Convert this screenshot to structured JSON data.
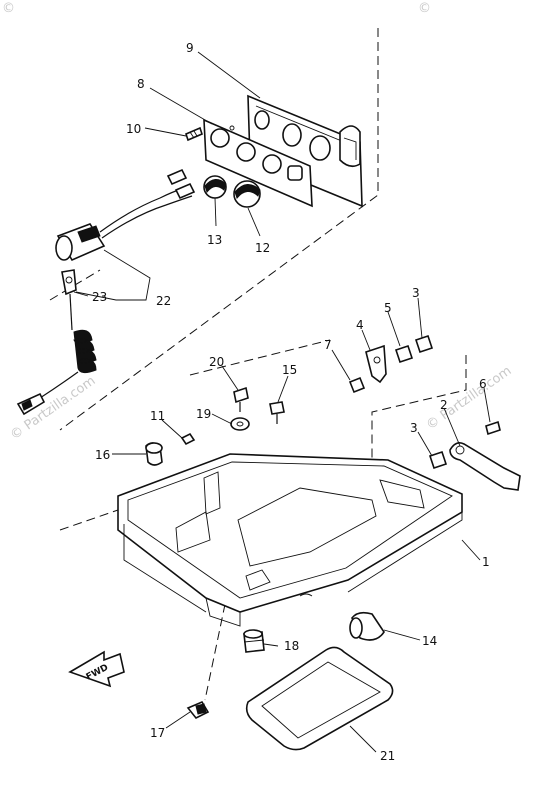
{
  "watermark": {
    "copyright": "©",
    "site": "© Partzilla.com"
  },
  "labels": {
    "p1": "1",
    "p2": "2",
    "p3a": "3",
    "p3b": "3",
    "p4": "4",
    "p5": "5",
    "p6": "6",
    "p7": "7",
    "p8": "8",
    "p9": "9",
    "p10": "10",
    "p11": "11",
    "p12": "12",
    "p13": "13",
    "p14": "14",
    "p15": "15",
    "p16": "16",
    "p17": "17",
    "p18": "18",
    "p19": "19",
    "p20": "20",
    "p21": "21",
    "p22": "22",
    "p23": "23"
  },
  "fwd_arrow": "FWD"
}
